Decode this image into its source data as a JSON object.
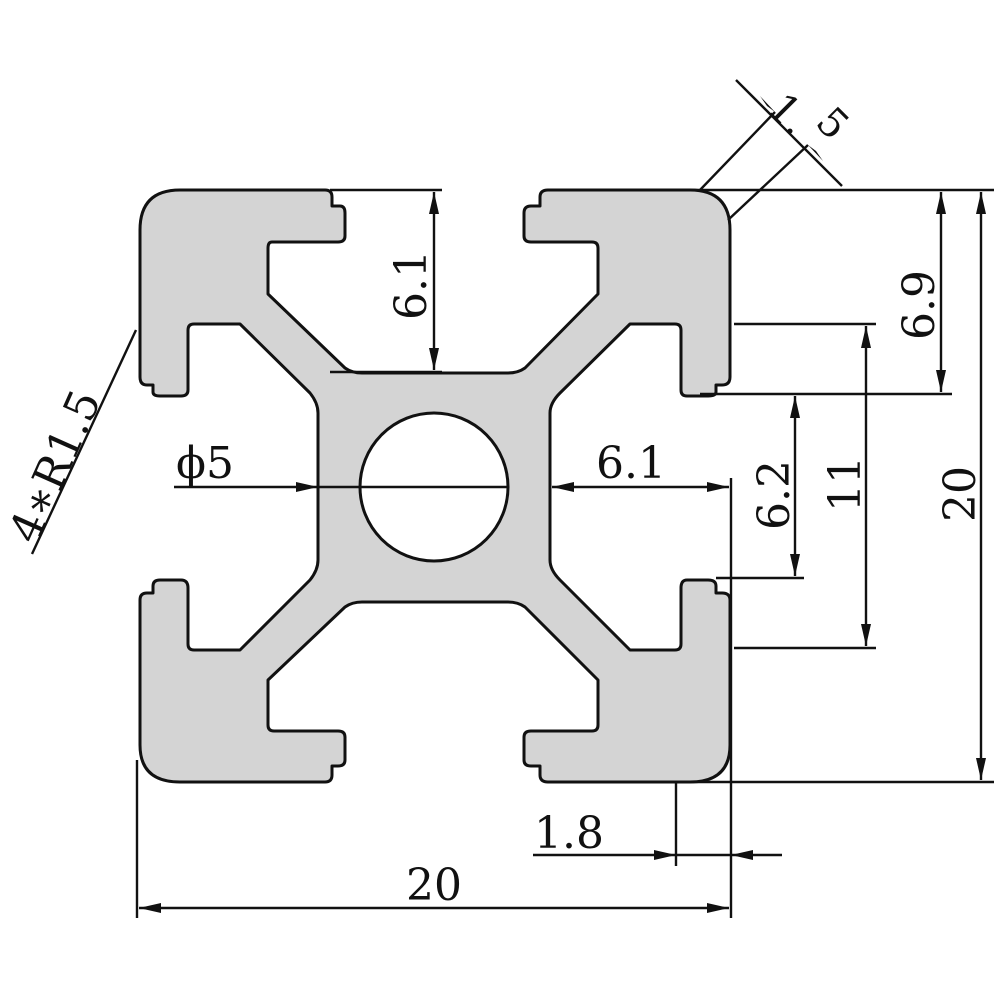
{
  "drawing": {
    "dimensions": {
      "width_total": "20",
      "height_total": "20",
      "slot_depth_top": "6.1",
      "slot_depth_right": "6.1",
      "slot_width_outer": "6.9",
      "slot_width_inner": "6.2",
      "slot_width_mid": "11",
      "wall_thickness": "1.8",
      "center_hole": "ϕ5",
      "corner_radius": "4∗R1.5",
      "chamfer_a": "1.",
      "chamfer_b": "5"
    },
    "colors": {
      "profile_fill": "#d4d4d4",
      "line": "#111111"
    }
  }
}
